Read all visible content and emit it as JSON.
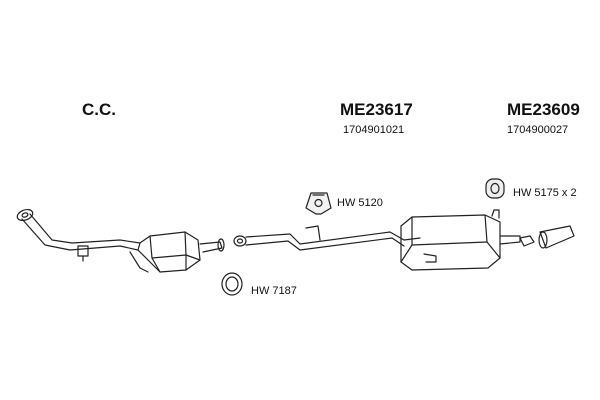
{
  "sections": {
    "cc": {
      "title": "C.C."
    },
    "middle": {
      "code": "ME23617",
      "part_number": "1704901021"
    },
    "rear": {
      "code": "ME23609",
      "part_number": "1704900027"
    }
  },
  "hardware": {
    "hanger_1": "HW 5120",
    "hanger_2": "HW 5175 x 2",
    "gasket": "HW 7187"
  }
}
